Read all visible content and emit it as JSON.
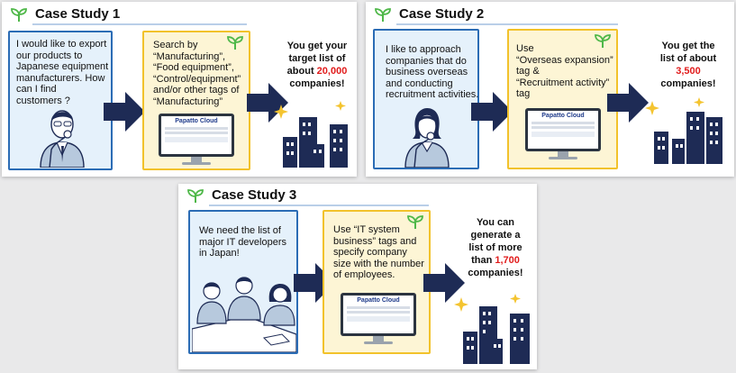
{
  "colors": {
    "navy": "#1e2b55",
    "blue_border": "#2b6cb5",
    "yellow_border": "#f2c22b",
    "highlight": "#e11b1b",
    "sprout": "#4fb849"
  },
  "logo_text": "Papatto Cloud",
  "case1": {
    "title": "Case Study 1",
    "need": "I would like to export\nour products to\nJapanese equipment\nmanufacturers.  How\ncan I find\ncustomers ?",
    "action": "Search by\n“Manufacturing”,\n“Food equipment”,\n“Control/equipment”\nand/or other tags of\n“Manufacturing”",
    "result_pre": "You get your\ntarget list of\nabout ",
    "result_num": "20,000",
    "result_post": "\ncompanies!"
  },
  "case2": {
    "title": "Case Study 2",
    "need": "I like to approach\ncompanies that do\nbusiness overseas\nand conducting\nrecruitment activities.",
    "action": "Use\n“Overseas expansion”\ntag &\n“Recruitment activity”\ntag",
    "result_pre": "You get the\nlist of about\n",
    "result_num": "3,500",
    "result_post": "\ncompanies!"
  },
  "case3": {
    "title": "Case Study 3",
    "need": "We need the list of\nmajor IT developers\nin Japan!",
    "action": "Use “IT system\nbusiness” tags and\nspecify company\nsize with the number\nof employees.",
    "result_pre": "You can\ngenerate a\nlist of more\nthan ",
    "result_num": "1,700",
    "result_post": "\ncompanies!"
  }
}
